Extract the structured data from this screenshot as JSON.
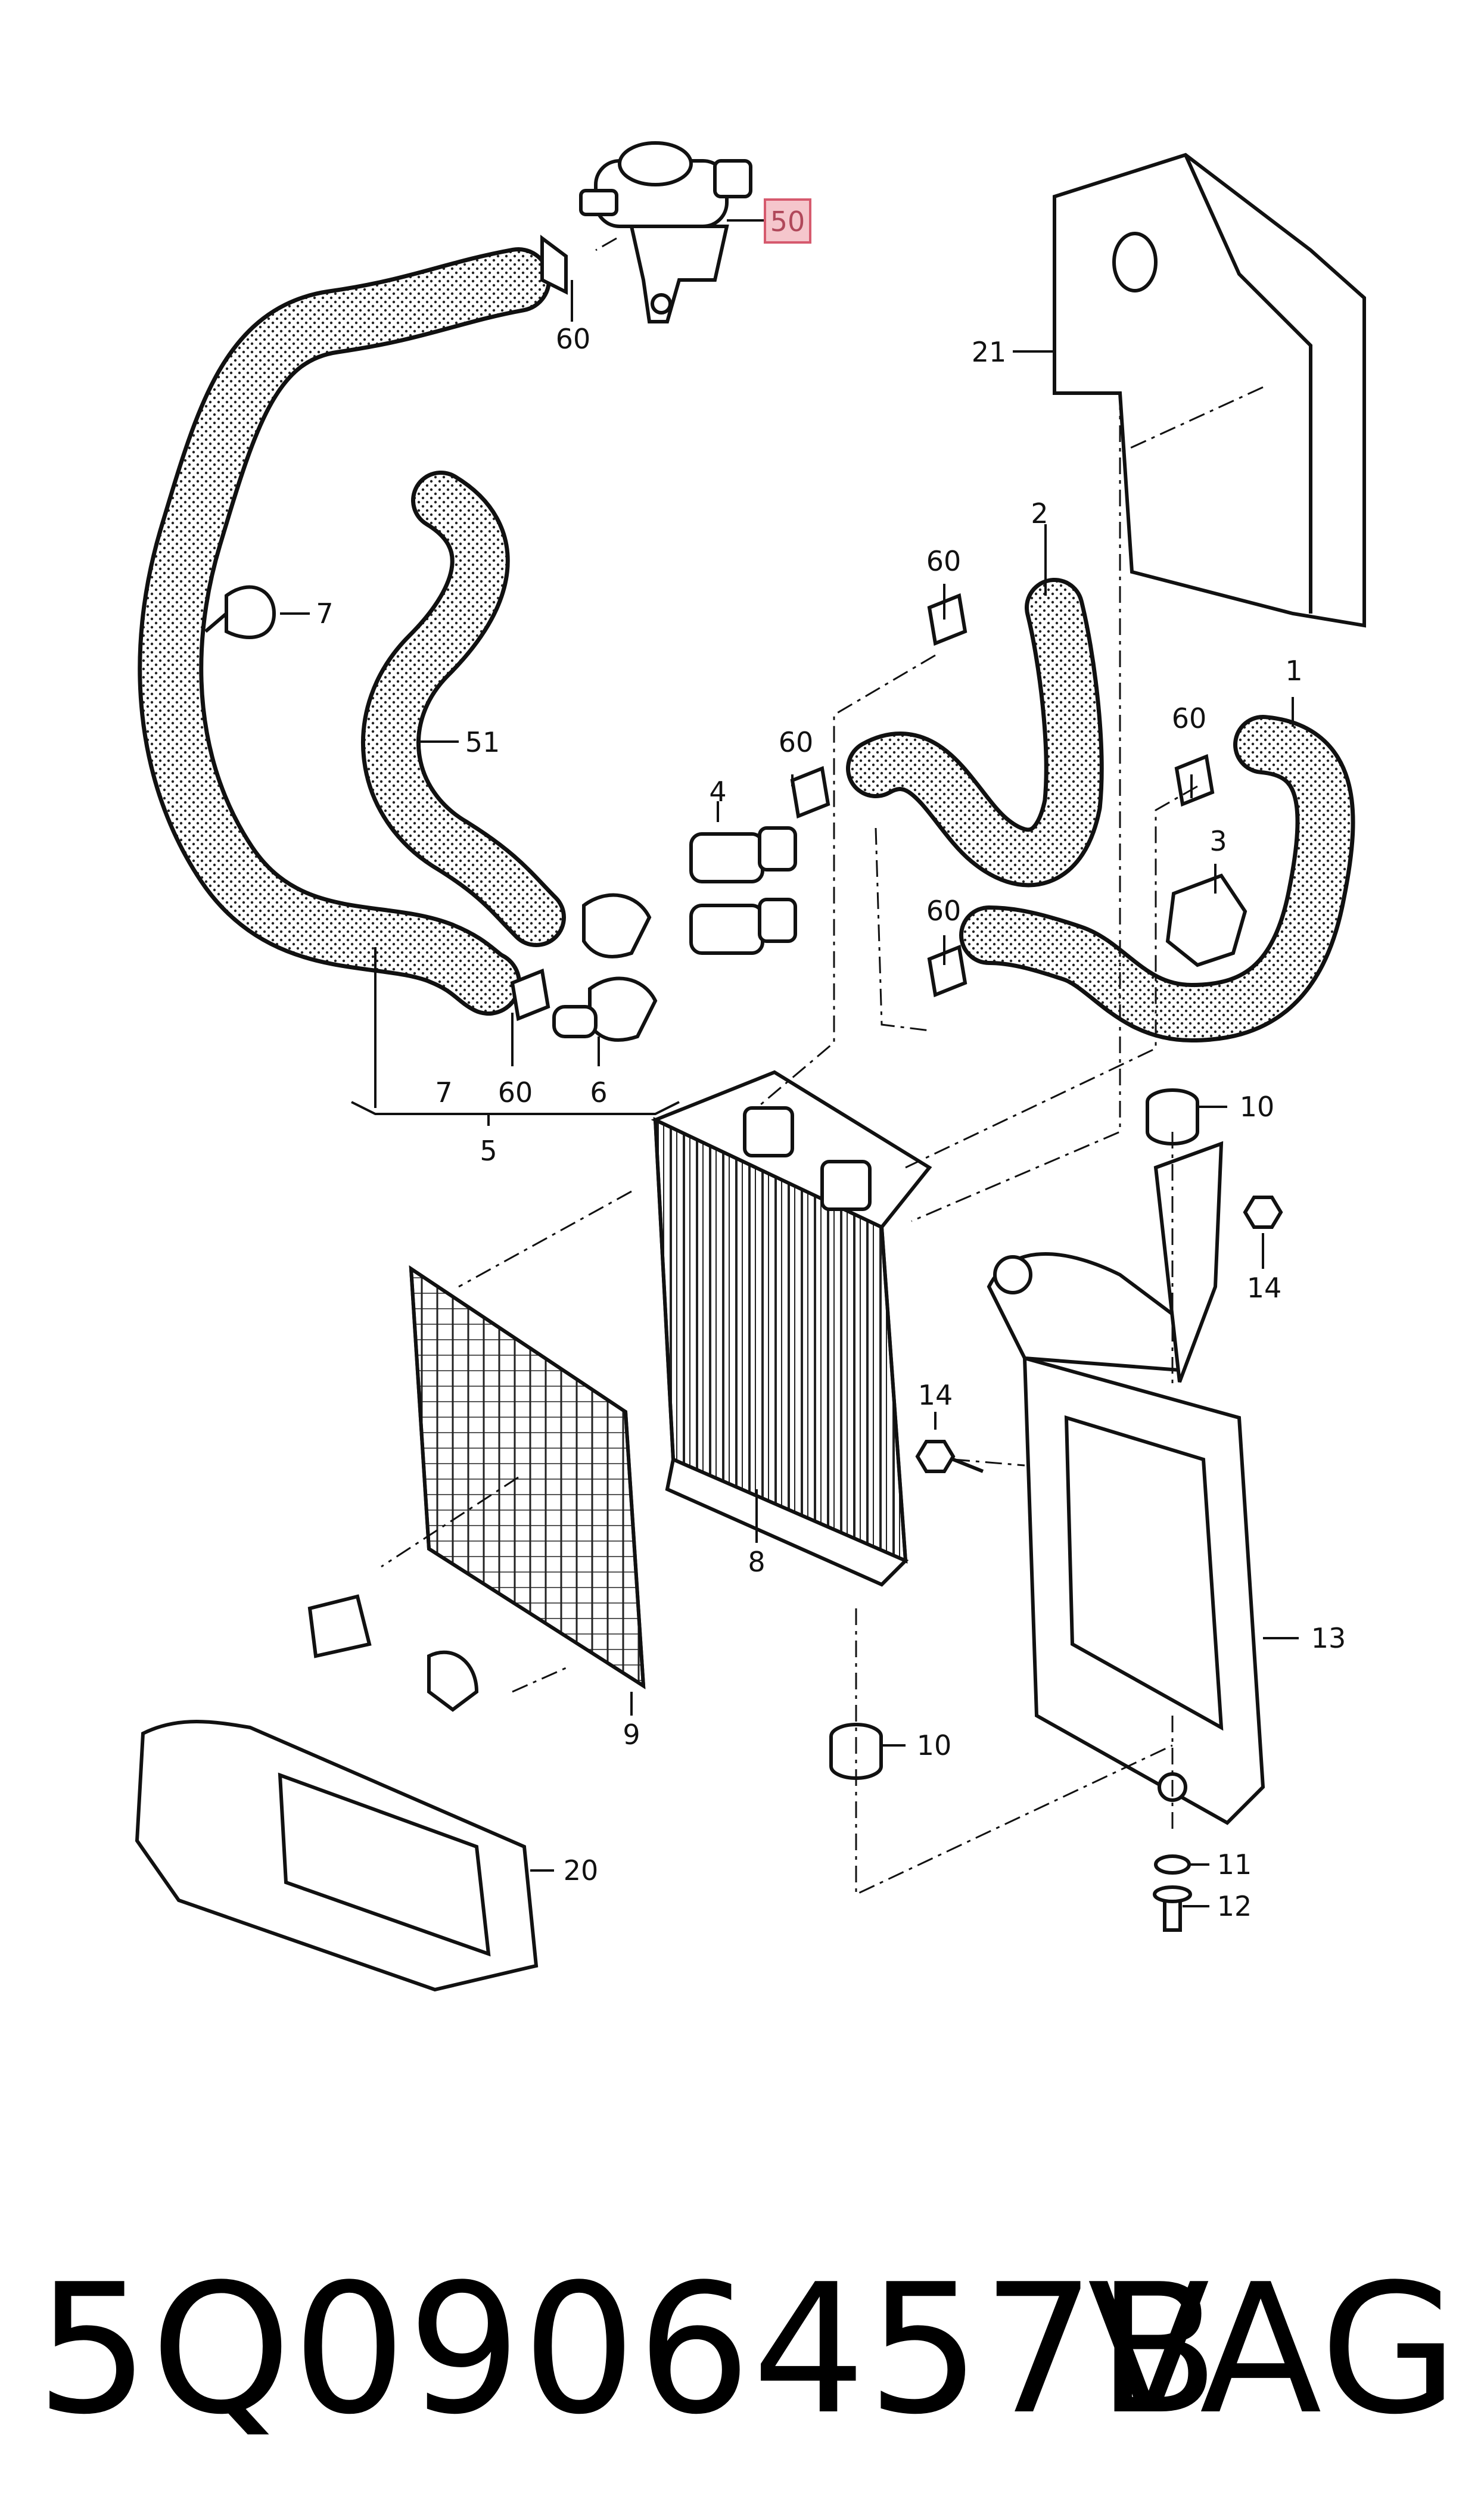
{
  "diagram": {
    "callouts": {
      "c50": "50",
      "c60a": "60",
      "c21": "21",
      "c2": "2",
      "c60b": "60",
      "c7a": "7",
      "c1": "1",
      "c51": "51",
      "c60c": "60",
      "c4": "4",
      "c60d": "60",
      "c3": "3",
      "c60e": "60",
      "c7b": "7",
      "c60f": "60",
      "c6": "6",
      "c5": "5",
      "c10a": "10",
      "c14a": "14",
      "c14b": "14",
      "c8": "8",
      "c13": "13",
      "c9": "9",
      "c10b": "10",
      "c20": "20",
      "c11": "11",
      "c12": "12"
    },
    "highlight_color": "#f5c6cc",
    "highlight_stroke": "#d65a6e"
  },
  "footer": {
    "part_number": "5Q0906457B",
    "brand": "VAG"
  }
}
